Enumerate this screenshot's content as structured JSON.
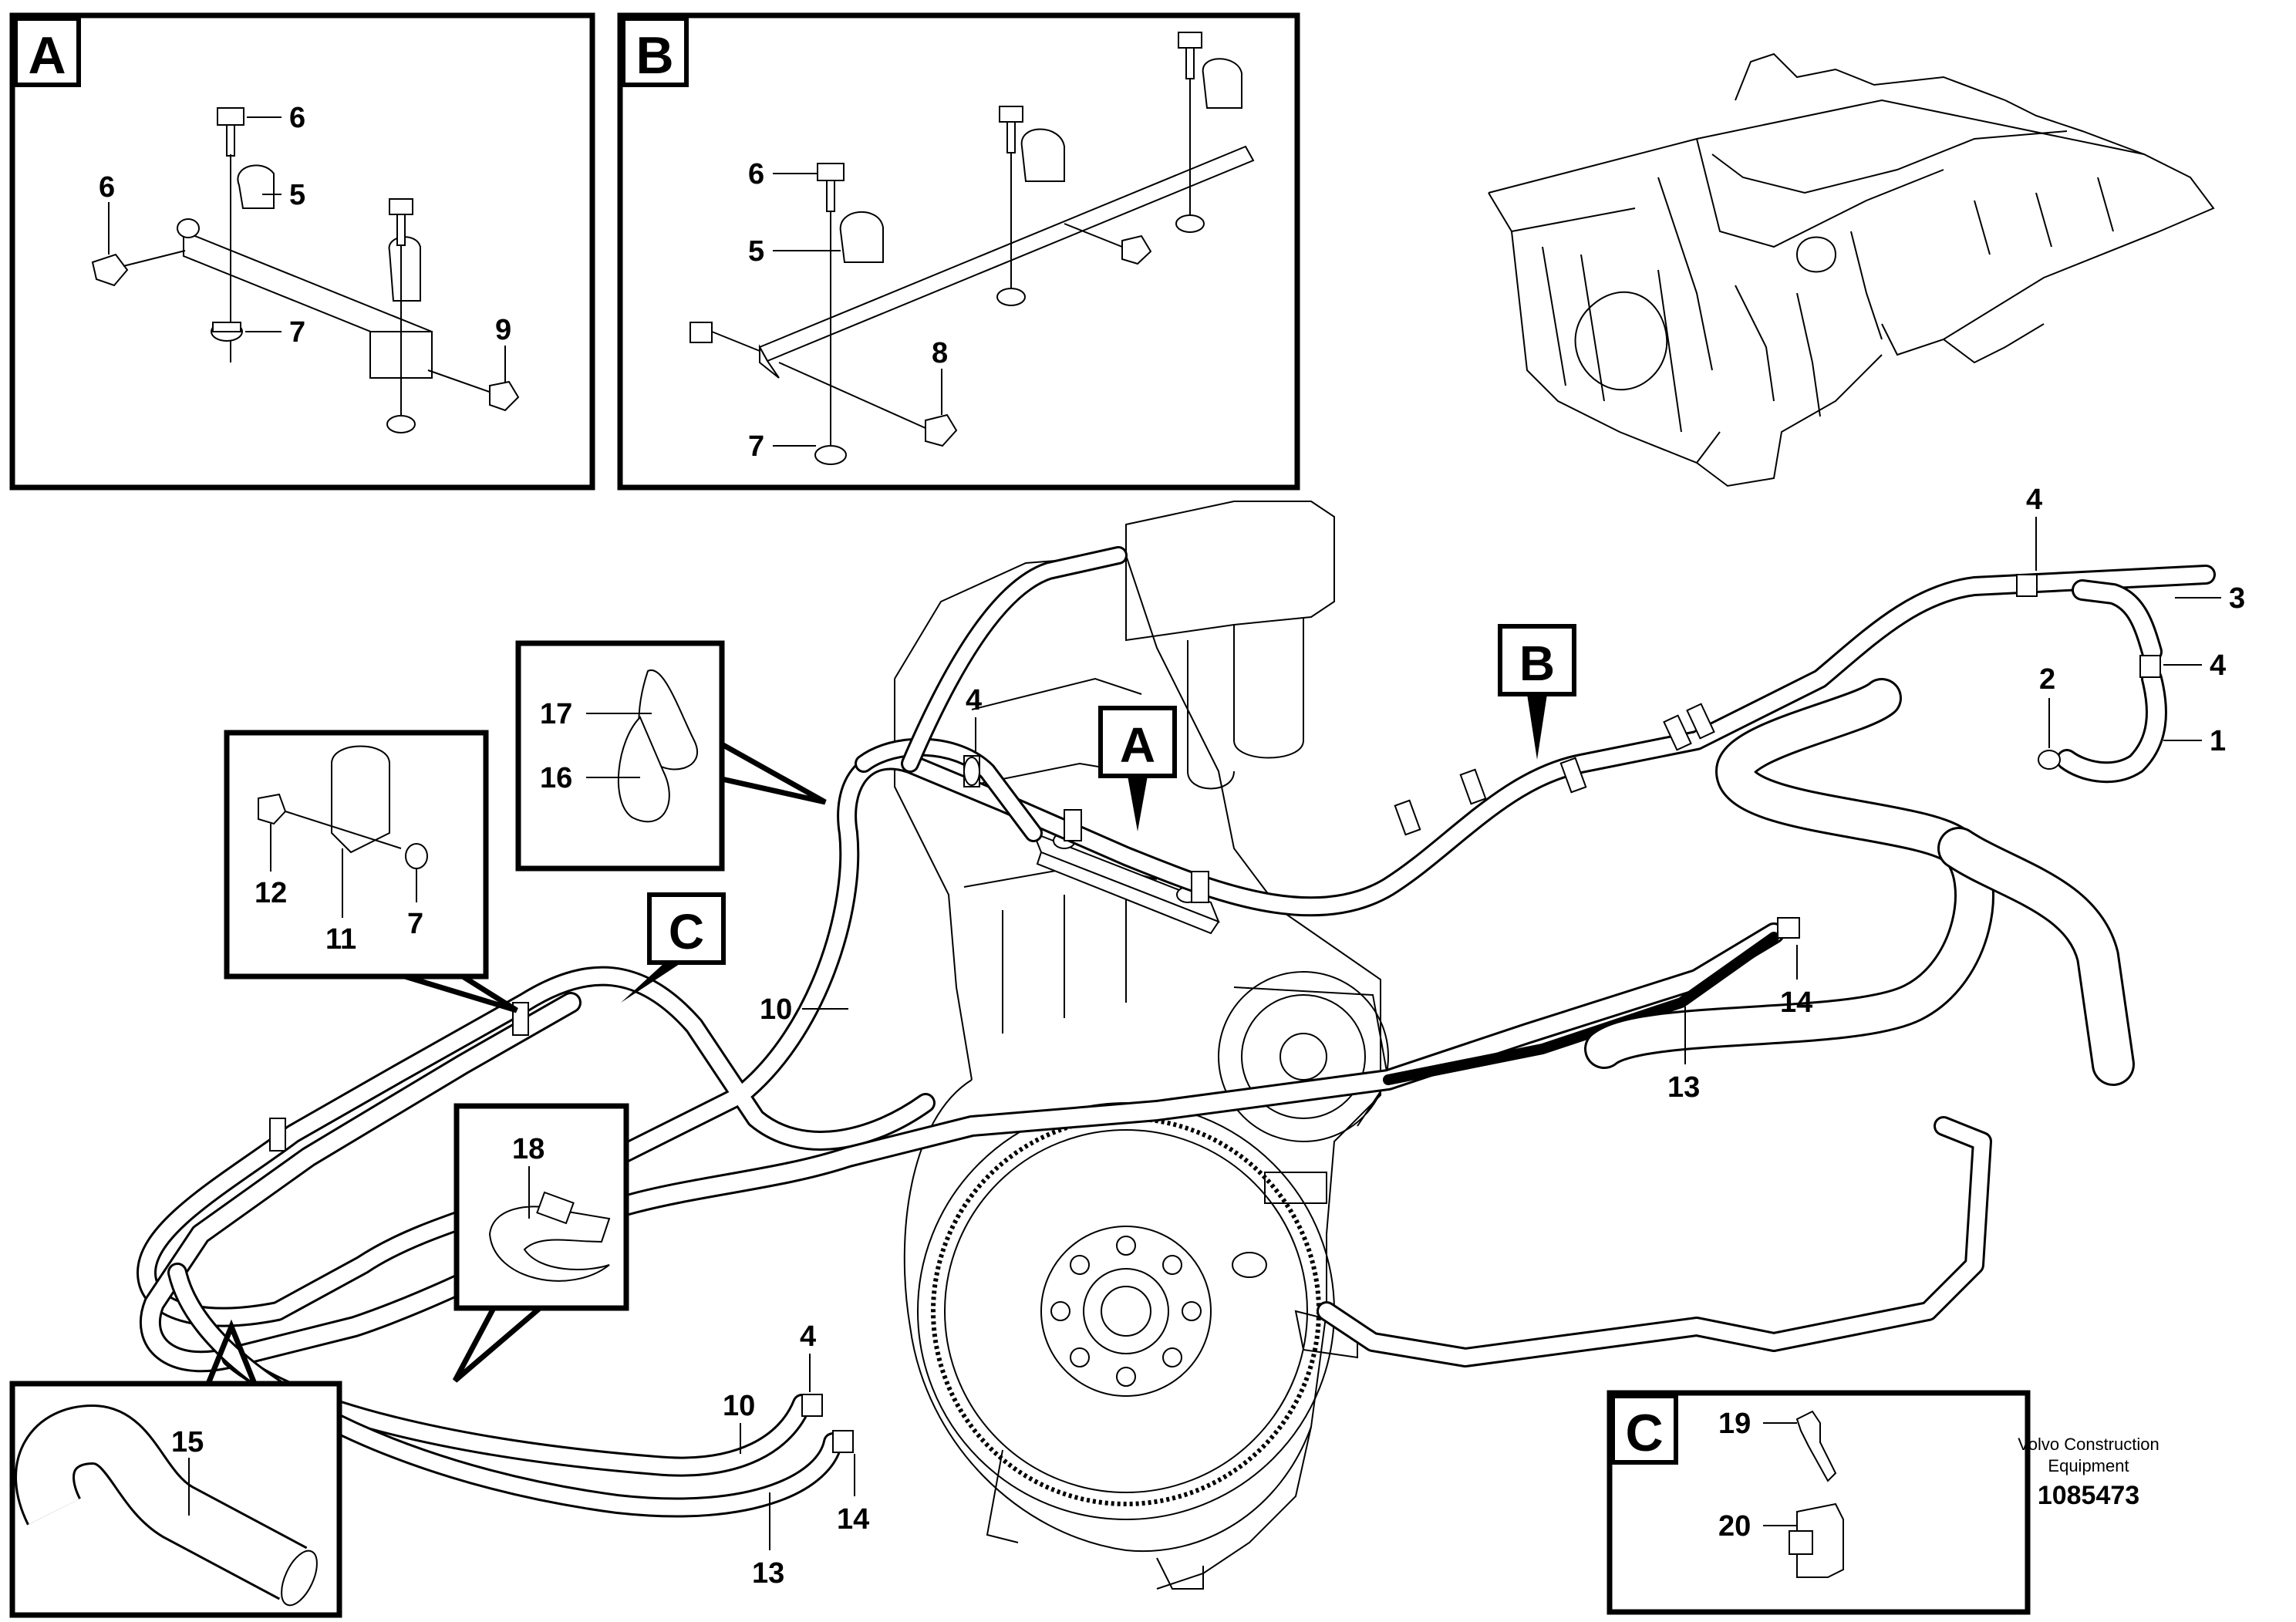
{
  "insets": {
    "a": {
      "letter": "A",
      "callouts": [
        "6",
        "5",
        "6",
        "7",
        "9"
      ]
    },
    "b": {
      "letter": "B",
      "callouts": [
        "6",
        "5",
        "8",
        "7"
      ]
    },
    "c": {
      "letter": "C",
      "callouts": [
        "19",
        "20"
      ]
    }
  },
  "view_letters": {
    "a": "A",
    "b": "B",
    "c": "C"
  },
  "details": {
    "ties": [
      "17",
      "16"
    ],
    "clip_group": [
      "12",
      "11",
      "7"
    ],
    "clamp": "18",
    "hose": "15"
  },
  "main_callouts": {
    "c4_top": "4",
    "c3": "3",
    "c4_right": "4",
    "c2": "2",
    "c1": "1",
    "c4_mid": "4",
    "c10_mid": "10",
    "c13_mid": "13",
    "c14_right": "14",
    "c4_bottom": "4",
    "c10_bottom": "10",
    "c14_bottom": "14",
    "c13_bottom": "13"
  },
  "footer": {
    "company_line1": "Volvo Construction",
    "company_line2": "Equipment",
    "drawing_number": "1085473"
  }
}
